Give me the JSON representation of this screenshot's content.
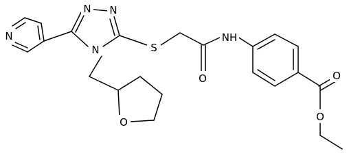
{
  "molecule": {
    "atoms": [
      {
        "id": "n_pyr",
        "label": "N"
      },
      {
        "id": "n_tz1",
        "label": "N"
      },
      {
        "id": "n_tz2",
        "label": "N"
      },
      {
        "id": "n_tz4",
        "label": "N"
      },
      {
        "id": "s1",
        "label": "S"
      },
      {
        "id": "o_amide",
        "label": "O"
      },
      {
        "id": "nh",
        "label": "NH"
      },
      {
        "id": "o_thf",
        "label": "O"
      },
      {
        "id": "o_carbonyl",
        "label": "O"
      },
      {
        "id": "o_ester",
        "label": "O"
      }
    ]
  }
}
